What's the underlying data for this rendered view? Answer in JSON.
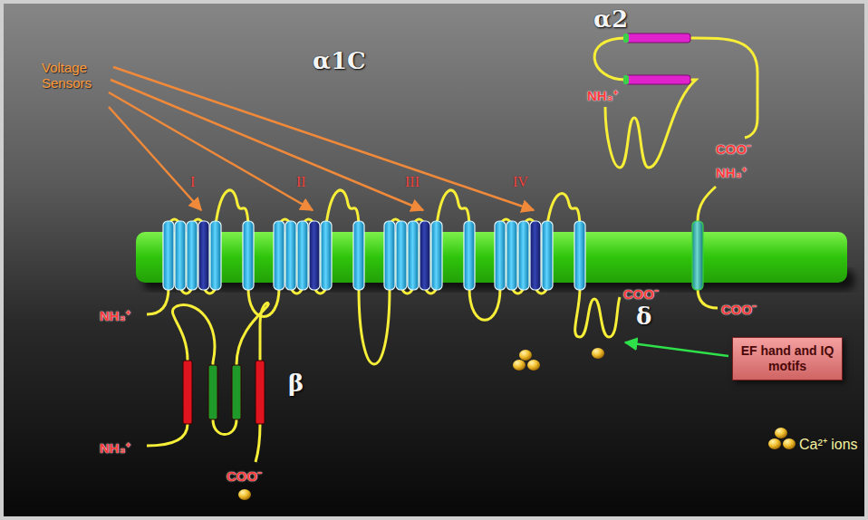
{
  "diagram": {
    "nodes": [
      {
        "text": [
          "EF hand and IQ motifs"
        ]
      }
    ],
    "labels": [
      "Voltage Sensors",
      "α1C",
      "I",
      "II",
      "III",
      "IV",
      "α2",
      "NH₃⁺",
      "COO⁻",
      "NH₃⁺",
      "COO⁻",
      "δ",
      "COO⁻",
      "NH₃⁺",
      "NH₃⁺",
      "β",
      "COO⁻"
    ],
    "legend": [
      {
        "text": "Ca²⁺ ions"
      }
    ]
  }
}
